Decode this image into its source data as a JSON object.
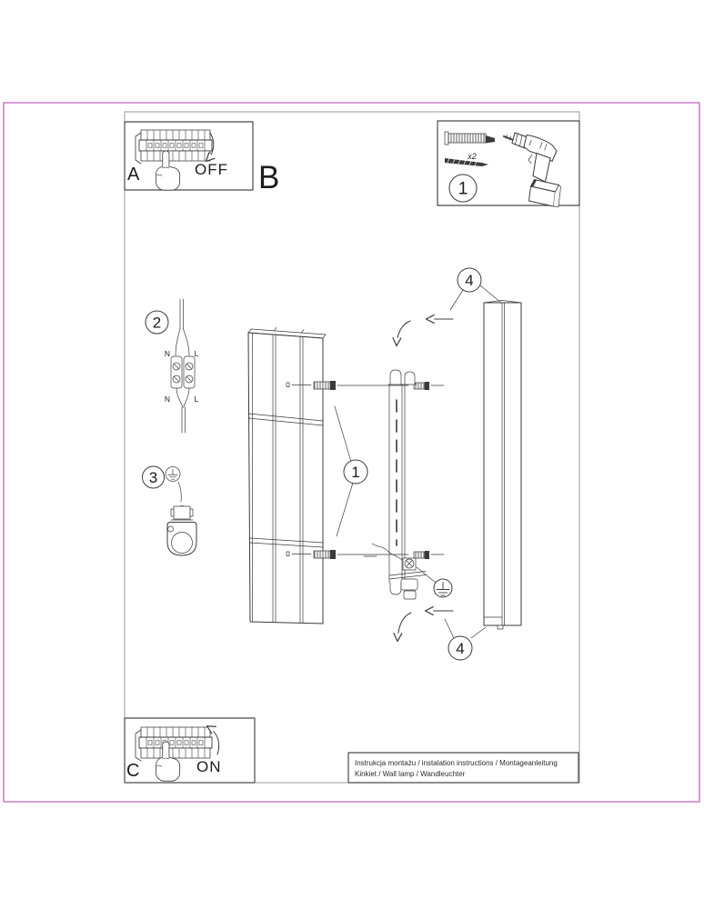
{
  "colors": {
    "frame": "#cb7dcb",
    "ink": "#3b3b3b",
    "line": "#9a9a9a",
    "box": "#4a4a4a",
    "txt": "#1c1c1c"
  },
  "panel_a": {
    "label": "A",
    "state": "OFF"
  },
  "panel_b": {
    "label": "B"
  },
  "panel_c": {
    "label": "C",
    "state": "ON"
  },
  "kit_box": {
    "step": "1",
    "dowel_qty": "x2"
  },
  "callouts": {
    "step1": "1",
    "step2": "2",
    "step3": "3",
    "step4": "4"
  },
  "connector": {
    "top_left": "N",
    "top_right": "L",
    "bottom_left": "N",
    "bottom_right": "L"
  },
  "footer": {
    "line1": "Instrukcja montażu / instalation instructions / Montageanleitung",
    "line2": "Kinkiet / Wall lamp / Wandleuchter"
  }
}
